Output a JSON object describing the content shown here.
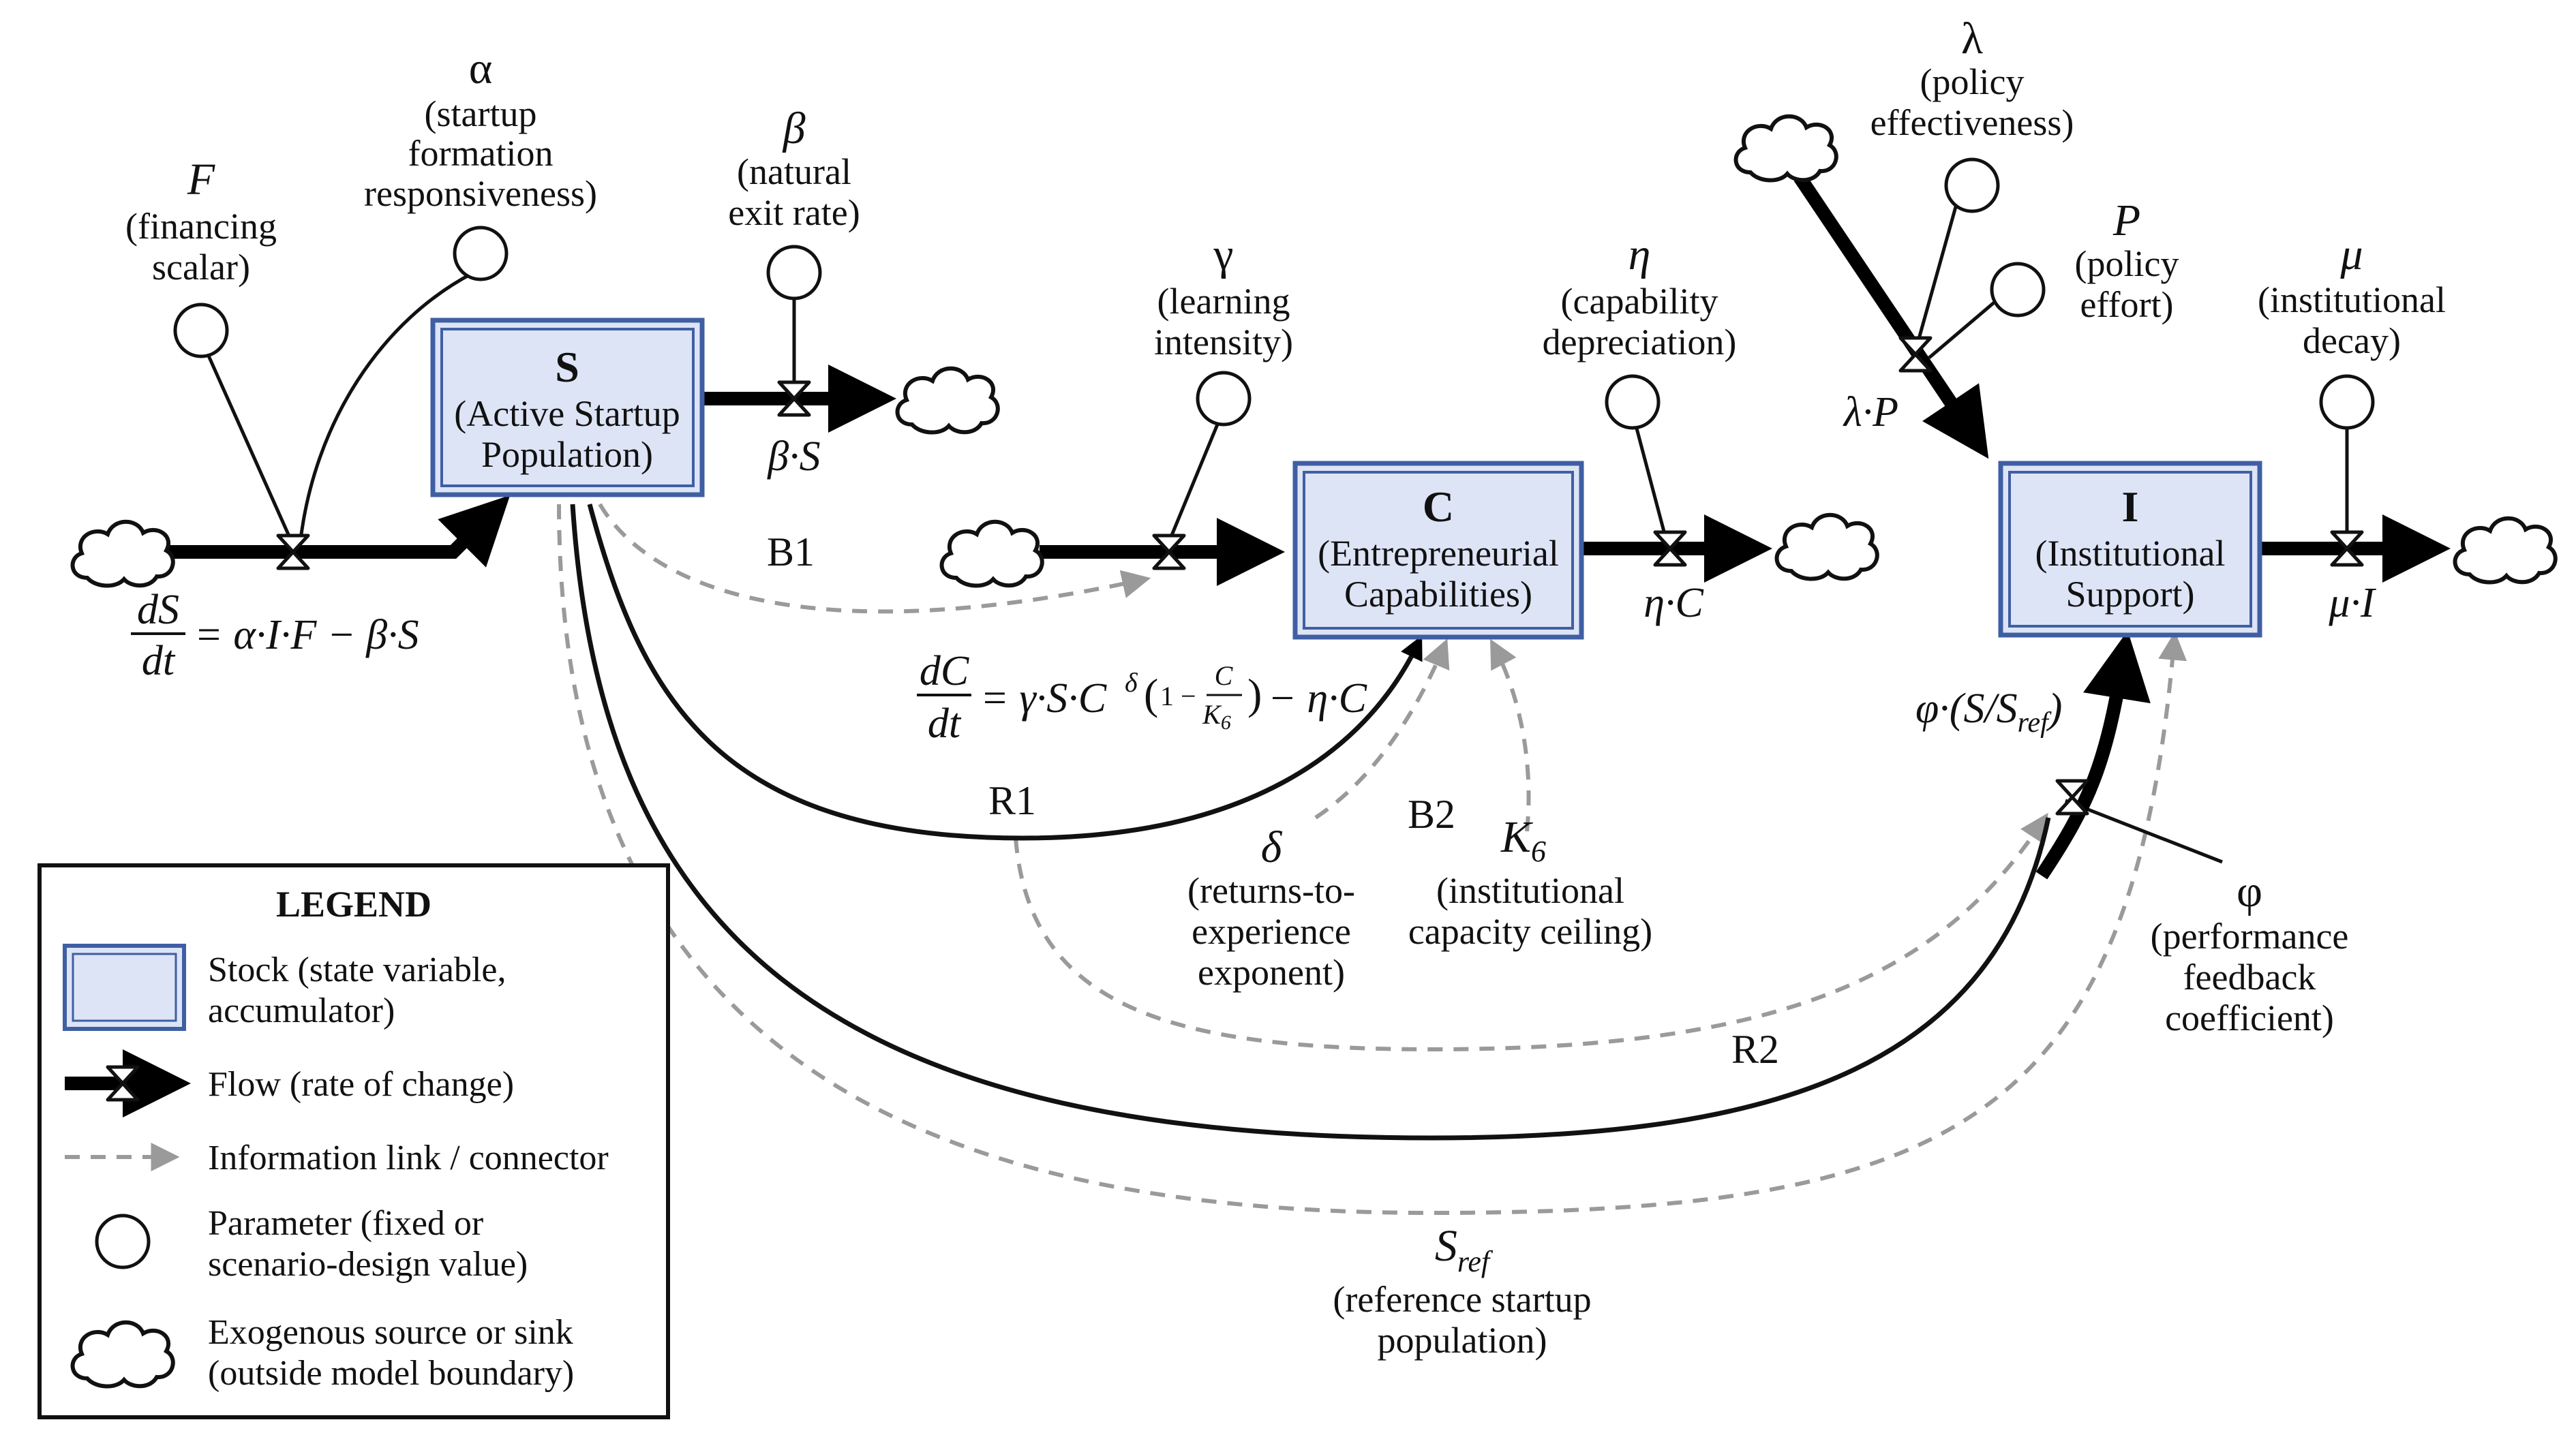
{
  "stocks": {
    "s": {
      "name": "S",
      "desc1": "(Active Startup",
      "desc2": "Population)"
    },
    "c": {
      "name": "C",
      "desc1": "(Entrepreneurial",
      "desc2": "Capabilities)"
    },
    "i": {
      "name": "I",
      "desc1": "(Institutional",
      "desc2": "Support)"
    }
  },
  "params": {
    "f": {
      "symbol": "F",
      "lines": [
        "(financing",
        "scalar)"
      ]
    },
    "alpha": {
      "symbol": "α",
      "lines": [
        "(startup",
        "formation",
        "responsiveness)"
      ]
    },
    "beta": {
      "symbol": "β",
      "lines": [
        "(natural",
        "exit rate)"
      ]
    },
    "gamma": {
      "symbol": "γ",
      "lines": [
        "(learning",
        "intensity)"
      ]
    },
    "eta": {
      "symbol": "η",
      "lines": [
        "(capability",
        "depreciation)"
      ]
    },
    "lambda": {
      "symbol": "λ",
      "lines": [
        "(policy",
        "effectiveness)"
      ]
    },
    "p": {
      "symbol": "P",
      "lines": [
        "(policy",
        "effort)"
      ]
    },
    "mu": {
      "symbol": "μ",
      "lines": [
        "(institutional",
        "decay)"
      ]
    },
    "delta": {
      "symbol": "δ",
      "lines": [
        "(returns-to-",
        "experience",
        "exponent)"
      ]
    },
    "k6": {
      "symbol": "K",
      "sub": "6",
      "lines": [
        "(institutional",
        "capacity ceiling)"
      ]
    },
    "phi": {
      "symbol": "φ",
      "lines": [
        "(performance",
        "feedback",
        "coefficient)"
      ]
    },
    "sref": {
      "symbol": "S",
      "sub": "ref",
      "lines": [
        "(reference startup",
        "population)"
      ]
    }
  },
  "flows": {
    "beta_s": "β·S",
    "eta_c": "η·C",
    "mu_i": "μ·I",
    "lambda_p": "λ·P",
    "phi_ratio": "φ·(S/S"
  },
  "flow_sub": "ref",
  "loops": {
    "b1": "B1",
    "r1": "R1",
    "b2": "B2",
    "r2": "R2"
  },
  "equations": {
    "ds_num": "dS",
    "ds_den": "dt",
    "ds_rhs": "= α·I·F − β·S",
    "dc_num": "dC",
    "dc_den": "dt",
    "dc_rhs1": "= γ·S·C",
    "dc_exp": "δ",
    "dc_paren_open": "(",
    "dc_one_minus": "1 −",
    "dc_frac_num": "C",
    "dc_frac_den": "K",
    "dc_frac_den_sub": "6",
    "dc_paren_close": ")",
    "dc_rhs2": "− η·C"
  },
  "legend": {
    "title": "LEGEND",
    "stock": [
      "Stock (state variable,",
      "accumulator)"
    ],
    "flow": "Flow (rate of change)",
    "info": "Information link / connector",
    "param": [
      "Parameter (fixed or",
      "scenario-design value)"
    ],
    "cloud": [
      "Exogenous source or sink",
      "(outside model boundary)"
    ]
  },
  "colors": {
    "stock_fill": "#dde4f6",
    "stock_border": "#3f5fa3",
    "flow": "#000000",
    "info_link": "#9a9a9a"
  }
}
